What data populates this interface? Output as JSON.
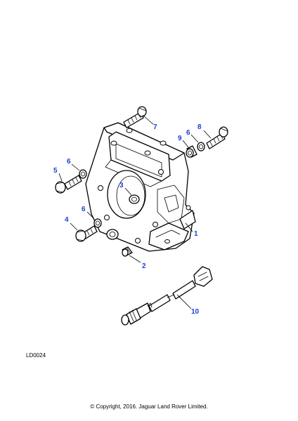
{
  "callouts": {
    "c1": "1",
    "c2": "2",
    "c3": "3",
    "c4": "4",
    "c5": "5",
    "c6a": "6",
    "c6b": "6",
    "c6c": "6",
    "c7": "7",
    "c8": "8",
    "c9": "9",
    "c10": "10"
  },
  "diagram_ref": "LD0024",
  "copyright": "© Copyright, 2016. Jaguar Land Rover Limited.",
  "colors": {
    "callout": "#1a3fd6",
    "line": "#000000"
  }
}
